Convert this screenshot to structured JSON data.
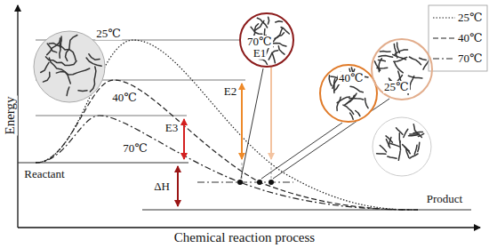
{
  "diagram": {
    "nodes": [
      {
        "text": [
          "70℃"
        ]
      },
      {
        "text": [
          "40℃"
        ]
      },
      {
        "text": [
          "25℃"
        ]
      }
    ],
    "labels": [
      "Energy",
      "Chemical reaction process",
      "25℃",
      "40℃",
      "70℃",
      "E1",
      "E2",
      "E3",
      "ΔH",
      "Reactant",
      "Product"
    ],
    "legend": [
      {
        "text": "25℃"
      },
      {
        "text": "40℃"
      },
      {
        "text": "70℃"
      }
    ]
  }
}
